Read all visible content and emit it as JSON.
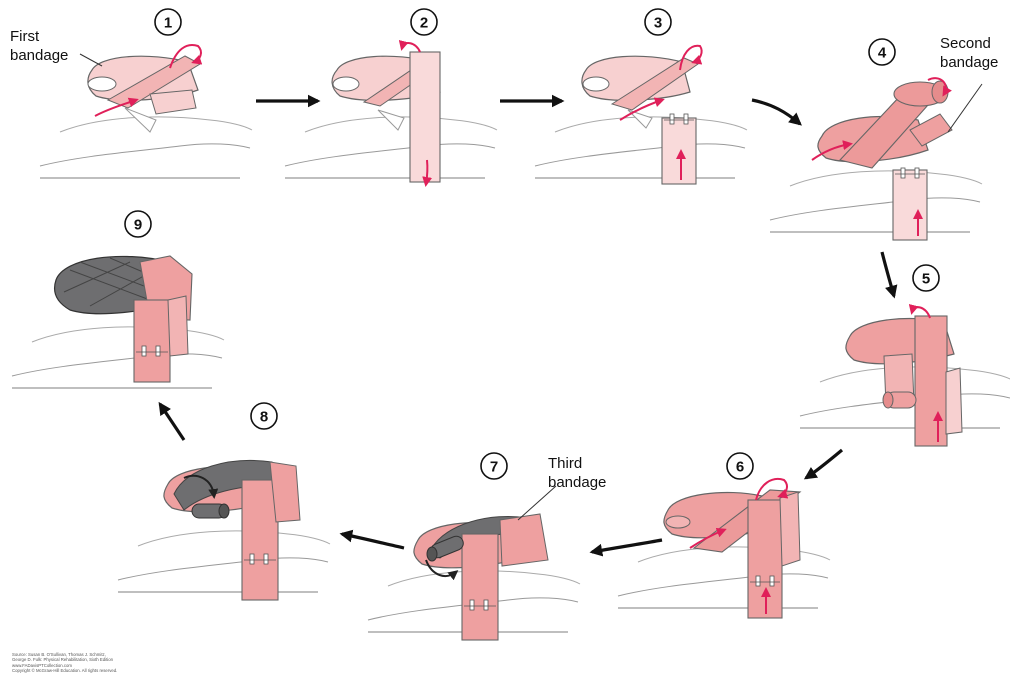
{
  "figure": {
    "steps": [
      "1",
      "2",
      "3",
      "4",
      "5",
      "6",
      "7",
      "8",
      "9"
    ],
    "callouts": {
      "first_bandage": [
        "First",
        "bandage"
      ],
      "second_bandage": [
        "Second",
        "bandage"
      ],
      "third_bandage": [
        "Third",
        "bandage"
      ]
    },
    "source_lines": [
      "Source: Susan B. O'Sullivan, Thomas J. Schmitz,",
      "George D. Fulk: Physical Rehabilitation, Sixth Edition",
      "www.FADavisPTCollection.com",
      "Copyright © McGraw-Hill Education. All rights reserved."
    ],
    "colors": {
      "light_bandage": "#f7d0d0",
      "medium_bandage": "#eea0a0",
      "dark_bandage": "#6e6e70",
      "direction_arrow": "#e0205a",
      "flow_arrow": "#111111",
      "skin_outline": "#888888"
    }
  }
}
